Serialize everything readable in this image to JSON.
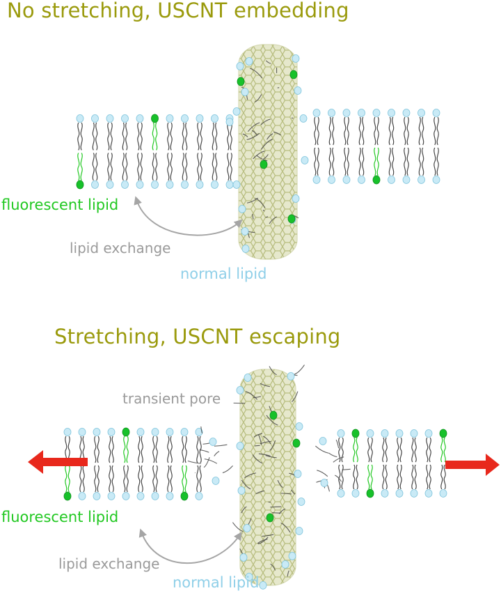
{
  "colors": {
    "title": "#9a9a0c",
    "fluorescent": "#21c821",
    "grey_label": "#9a9a9a",
    "normal_lipid": "#8fcfe8",
    "head": "#c9eaf6",
    "head_stroke": "#7fc4dc",
    "tail": "#444444",
    "fluor_head": "#17c12a",
    "tube": "#d2d7a3",
    "tube_stroke": "#b7bd7a",
    "arrow_grey": "#a5a5a5",
    "force_arrow": "#e8281c"
  },
  "panels": [
    {
      "title": "No stretching, USCNT embedding",
      "fluorescent_label": "fluorescent lipid",
      "exchange_label": "lipid exchange",
      "normal_label": "normal lipid"
    },
    {
      "title": "Stretching, USCNT escaping",
      "pore_label": "transient pore",
      "fluorescent_label": "fluorescent lipid",
      "exchange_label": "lipid exchange",
      "normal_label": "normal lipid",
      "force_arrows": [
        "left",
        "right"
      ]
    }
  ]
}
